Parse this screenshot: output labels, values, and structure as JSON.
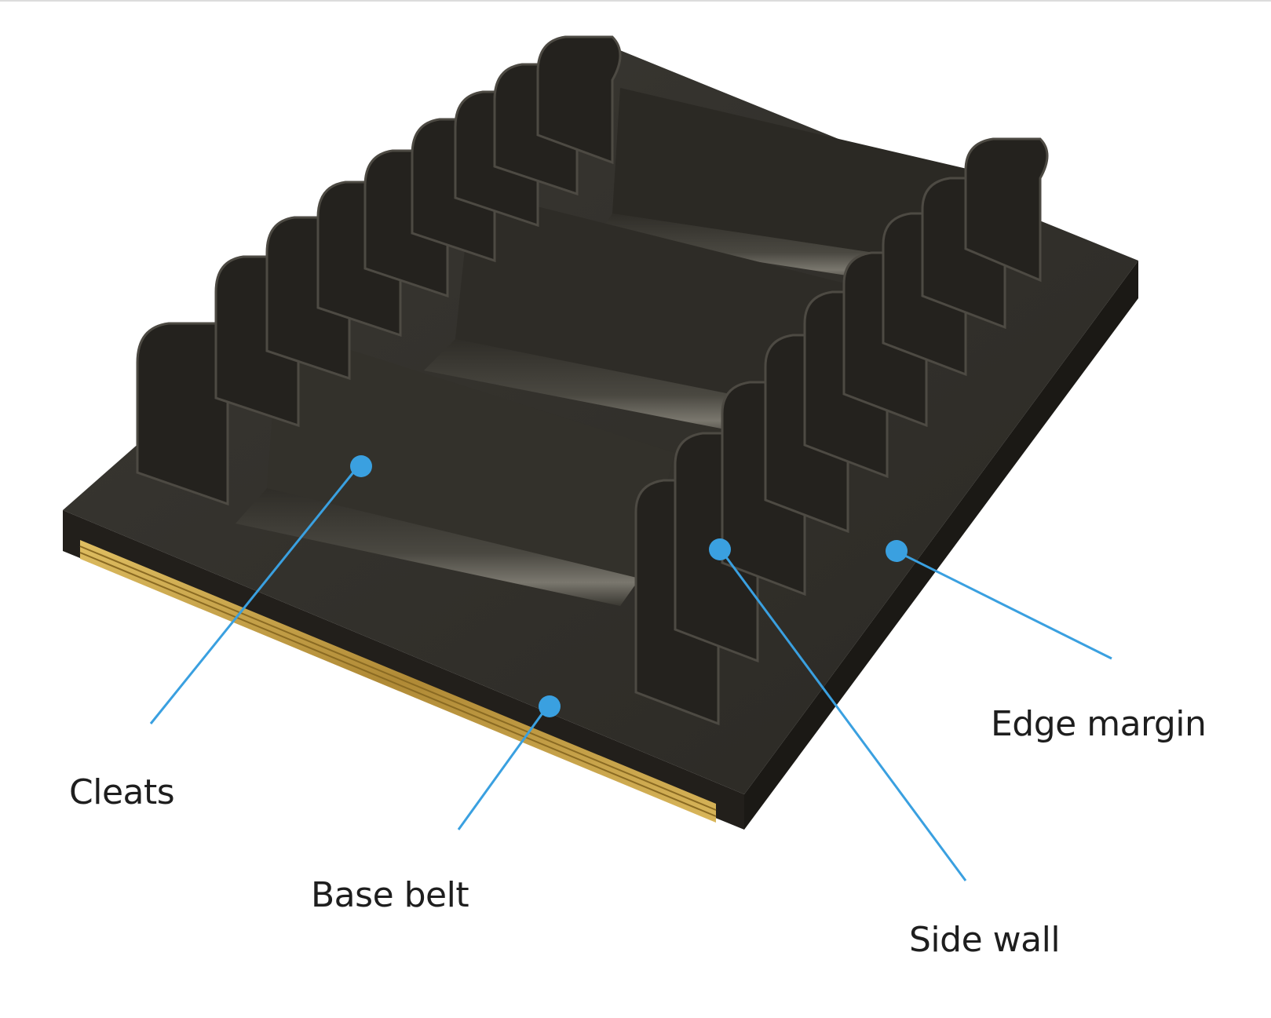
{
  "labels": {
    "cleats": "Cleats",
    "base_belt": "Base belt",
    "side_wall": "Side wall",
    "edge_margin": "Edge margin"
  },
  "colors": {
    "belt_body": "#2a2823",
    "belt_top": "#35332d",
    "cleat_face": "#3e3c36",
    "cleat_highlight": "#6e6b63",
    "fabric_ply": "#c7a14a",
    "callout": "#3aa0e0",
    "text": "#1e1e1e"
  }
}
